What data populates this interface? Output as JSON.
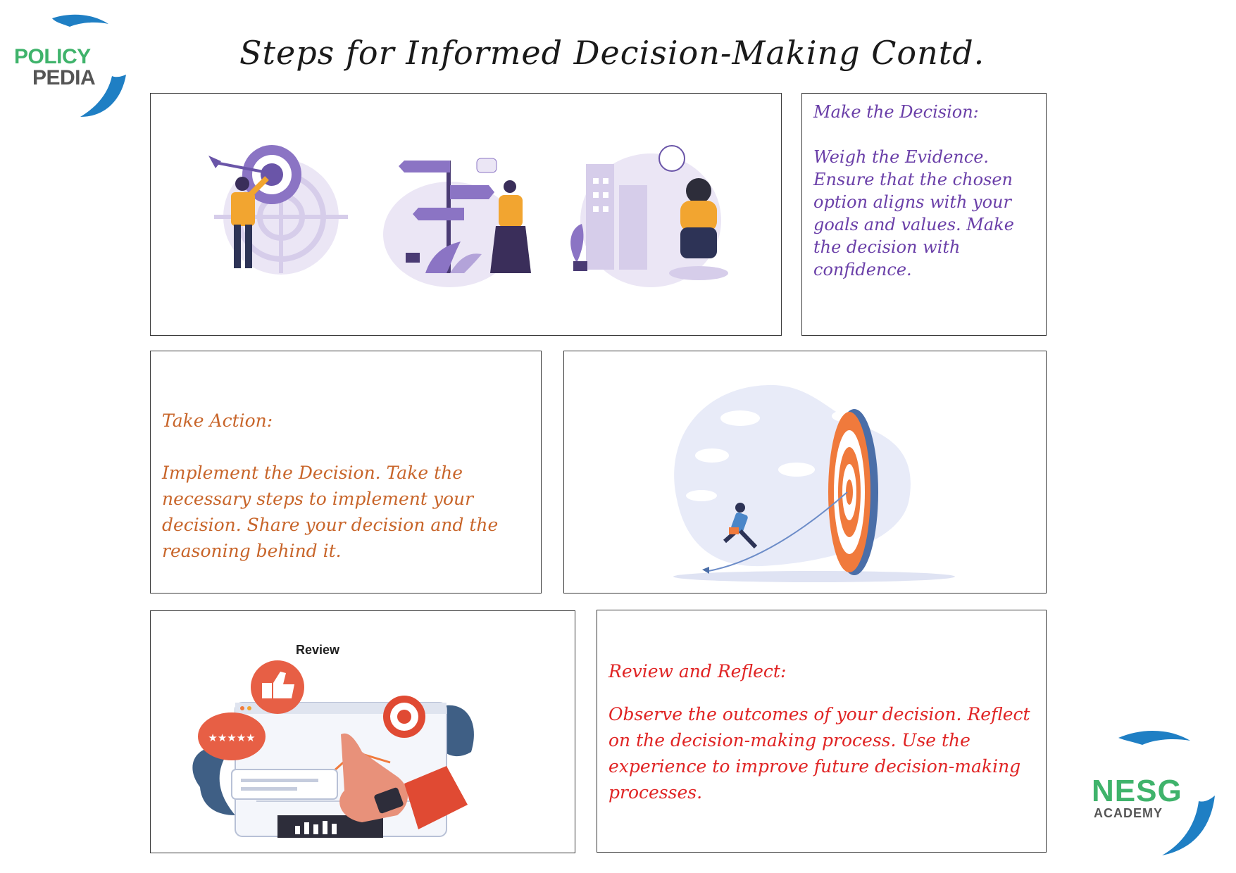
{
  "page": {
    "title": "Steps for Informed Decision-Making Contd."
  },
  "logos": {
    "policy_pedia": {
      "top": "POLICY",
      "bottom": "PEDIA"
    },
    "nesg": {
      "top": "NESG",
      "bottom": "ACADEMY"
    }
  },
  "make_decision": {
    "heading": "Make the Decision:",
    "body": "Weigh the Evidence. Ensure that the chosen option aligns with your goals and values. Make the decision with confidence."
  },
  "take_action": {
    "heading": "Take Action:",
    "body": "Implement the Decision. Take the necessary steps to implement your decision. Share your decision and the reasoning behind it."
  },
  "review_reflect": {
    "heading": "Review and Reflect:",
    "body": "Observe the outcomes of your decision. Reflect on the decision-making process. Use the experience to improve future decision-making processes."
  },
  "review_illustration": {
    "label": "Review",
    "rating": "★★★★★"
  },
  "colors": {
    "purple": "#6a3fa8",
    "orange": "#c8652a",
    "red": "#e02424",
    "green": "#3fb36b",
    "blue": "#1f7fc4"
  }
}
